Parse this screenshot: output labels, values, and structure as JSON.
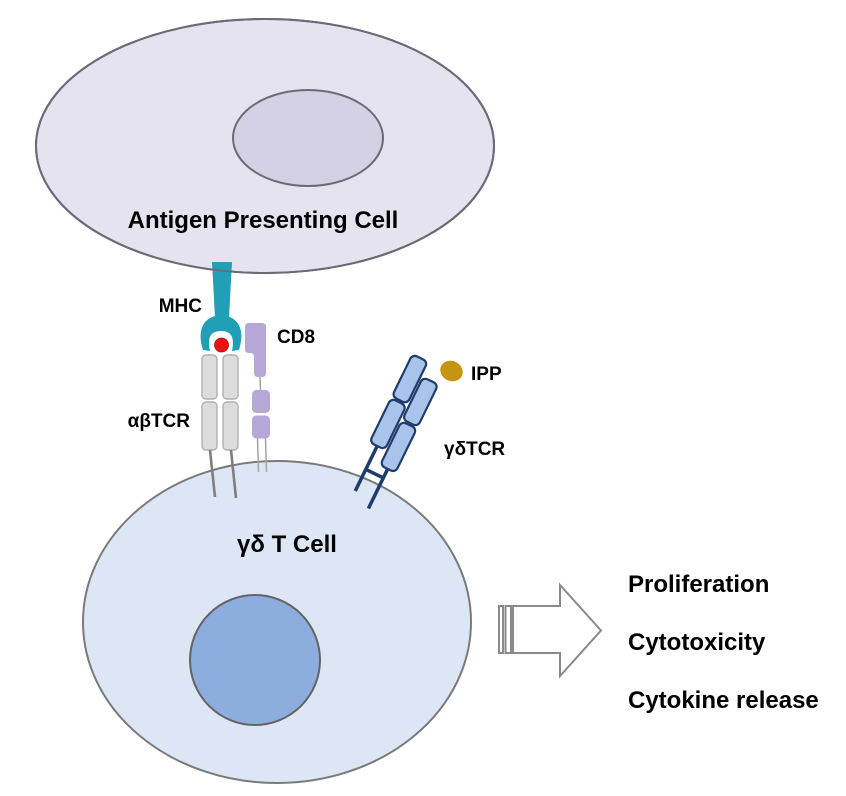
{
  "diagram": {
    "apc": {
      "label": "Antigen Presenting Cell"
    },
    "t_cell": {
      "label": "γδ T Cell"
    },
    "receptors": {
      "mhc_label": "MHC",
      "cd8_label": "CD8",
      "abtcr_label": "αβTCR",
      "ipp_label": "IPP",
      "gdtcr_label": "γδTCR"
    },
    "outcomes": [
      "Proliferation",
      "Cytotoxicity",
      "Cytokine release"
    ],
    "colors": {
      "apc_fill": "#e6e3f0",
      "apc_nucleus_fill": "#d4d1e4",
      "apc_stroke": "#6d6a77",
      "tcell_fill": "#dce6f5",
      "tcell_nucleus_fill": "#8caddd",
      "tcell_stroke": "#7a7a7a",
      "mhc_teal": "#219fb7",
      "antigen_red": "#ee1111",
      "abtcr_gray": "#dcdcdc",
      "abtcr_stroke": "#b0b0b0",
      "cd8_purple": "#b7a7d6",
      "gdtcr_blue": "#a9c4ea",
      "gdtcr_stroke": "#1f3c6d",
      "ipp_gold": "#c79412",
      "arrow_outline": "#8a8a8a",
      "stalk_gray": "#7f7f7f"
    }
  }
}
